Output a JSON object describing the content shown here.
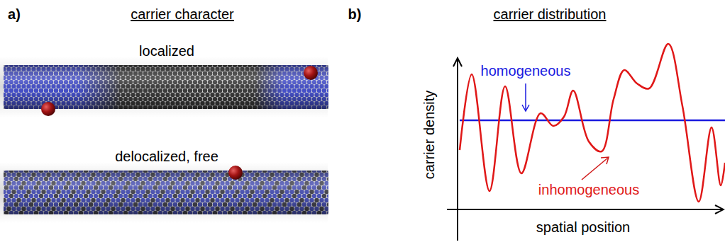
{
  "diagram": {
    "labels": [
      "a)",
      "carrier character",
      "localized",
      "delocalized, free",
      "b)",
      "carrier distribution",
      "homogeneous",
      "carrier density",
      "inhomogeneous",
      "spatial position"
    ]
  }
}
